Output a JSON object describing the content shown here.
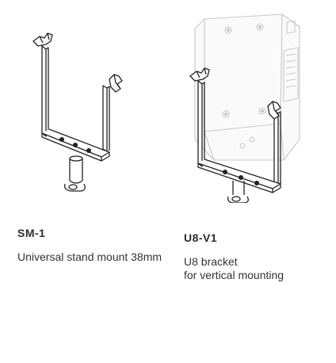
{
  "products": [
    {
      "code": "SM-1",
      "description_lines": [
        "Universal stand mount 38mm"
      ],
      "image_icon": "stand-mount-bracket-illustration"
    },
    {
      "code": "U8-V1",
      "description_lines": [
        "U8 bracket",
        "for vertical mounting"
      ],
      "image_icon": "vertical-bracket-with-speaker-illustration"
    }
  ]
}
